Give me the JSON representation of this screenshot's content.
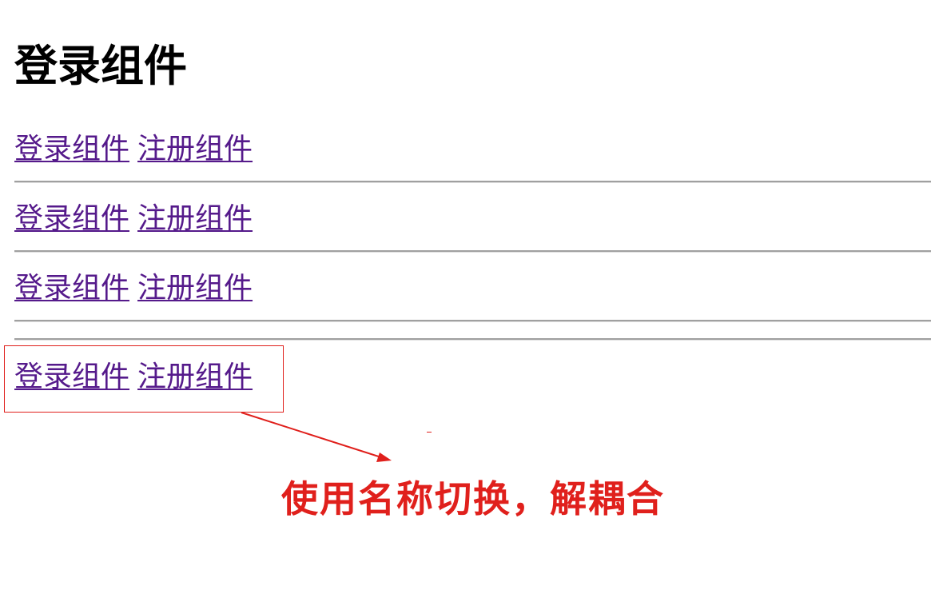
{
  "page": {
    "title": "登录组件"
  },
  "nav_rows": [
    {
      "login": "登录组件",
      "register": "注册组件"
    },
    {
      "login": "登录组件",
      "register": "注册组件"
    },
    {
      "login": "登录组件",
      "register": "注册组件"
    },
    {
      "login": "登录组件",
      "register": "注册组件"
    }
  ],
  "annotation": {
    "text": "使用名称切换，解耦合",
    "color": "#e0201c"
  },
  "colors": {
    "link": "#551a8b",
    "heading": "#000000",
    "divider": "#a0a0a0"
  }
}
